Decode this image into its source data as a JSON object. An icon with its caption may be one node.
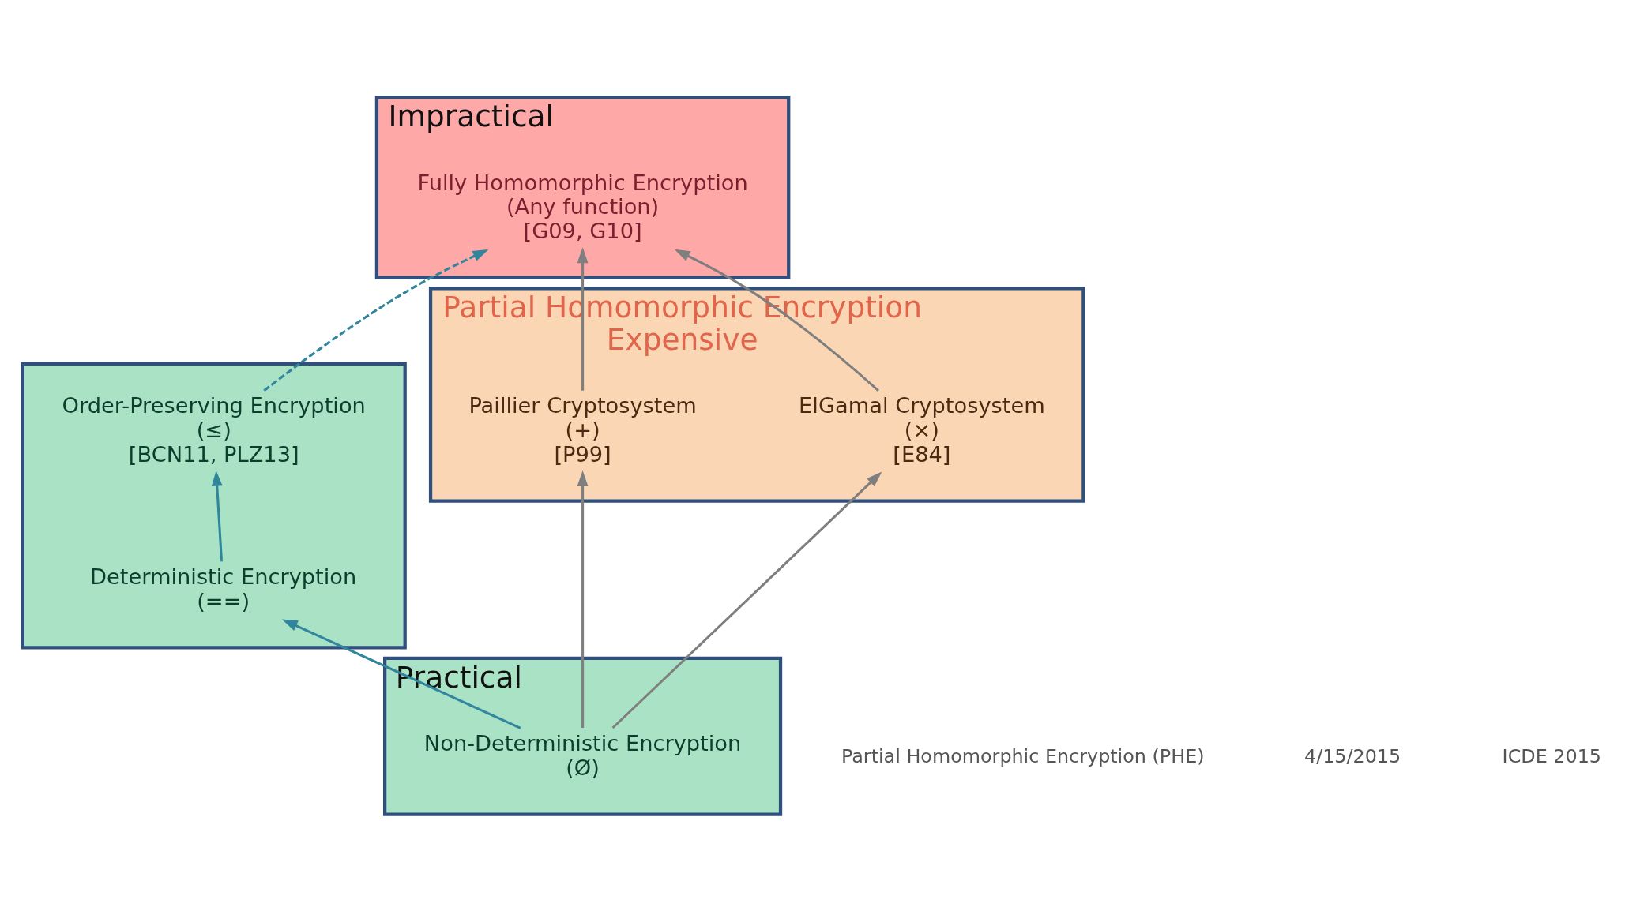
{
  "diagram": {
    "nodes": [
      {
        "text": [
          "Impractical"
        ]
      },
      {
        "text": [
          "Fully Homomorphic Encryption"
        ],
        "in": 0,
        "beside": [
          "(Any function)",
          "[G09, G10]"
        ]
      },
      {
        "text": [
          "Partial Homomorphic Encryption",
          "Expensive"
        ]
      },
      {
        "text": [
          "Paillier Cryptosystem"
        ],
        "in": 2,
        "beside": [
          "(+)",
          "[P99]"
        ]
      },
      {
        "text": [
          "ElGamal Cryptosystem"
        ],
        "in": 2,
        "beside": [
          "(×)",
          "[E84]"
        ]
      },
      {
        "text": [],
        "shape": "box"
      },
      {
        "text": [
          "Order-Preserving Encryption"
        ],
        "in": 5,
        "beside": [
          "(≤)",
          "[BCN11, PLZ13]"
        ]
      },
      {
        "text": [
          "Deterministic Encryption"
        ],
        "in": 5,
        "beside": [
          "(==)"
        ]
      },
      {
        "text": [
          "Practical"
        ]
      },
      {
        "text": [
          "Non-Deterministic Encryption"
        ],
        "in": 8,
        "beside": [
          "(Ø)"
        ]
      }
    ],
    "edges": [
      {
        "from": 3,
        "to": 1,
        "arrow": "to"
      },
      {
        "from": 4,
        "to": 1,
        "arrow": "to"
      },
      {
        "from": 6,
        "to": 1,
        "arrow": "to",
        "style": "dashed",
        "color": "#31859c"
      },
      {
        "from": 9,
        "to": 3,
        "arrow": "to"
      },
      {
        "from": 9,
        "to": 4,
        "arrow": "to"
      },
      {
        "from": 9,
        "to": 7,
        "arrow": "to",
        "color": "#31859c"
      },
      {
        "from": 7,
        "to": 6,
        "arrow": "to",
        "color": "#31859c"
      }
    ],
    "labels": [
      "Partial Homomorphic Encryption (PHE)",
      "4/15/2015",
      "ICDE 2015"
    ]
  }
}
